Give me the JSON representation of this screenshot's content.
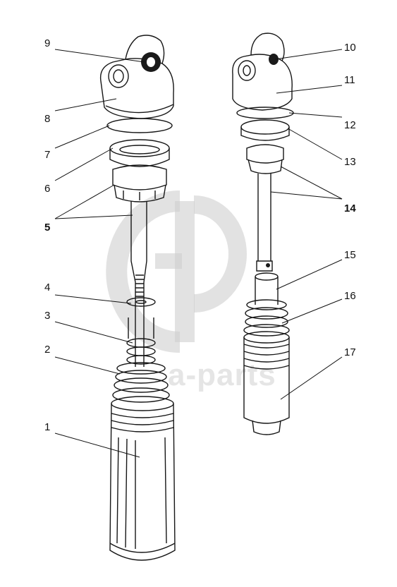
{
  "callouts": [
    {
      "id": "9",
      "text": "9"
    },
    {
      "id": "8",
      "text": "8"
    },
    {
      "id": "7",
      "text": "7"
    },
    {
      "id": "6",
      "text": "6"
    },
    {
      "id": "5",
      "text": "5"
    },
    {
      "id": "4",
      "text": "4"
    },
    {
      "id": "3",
      "text": "3"
    },
    {
      "id": "2",
      "text": "2"
    },
    {
      "id": "1",
      "text": "1"
    },
    {
      "id": "10",
      "text": "10"
    },
    {
      "id": "11",
      "text": "11"
    },
    {
      "id": "12",
      "text": "12"
    },
    {
      "id": "13",
      "text": "13"
    },
    {
      "id": "14",
      "text": "14"
    },
    {
      "id": "15",
      "text": "15"
    },
    {
      "id": "16",
      "text": "16"
    },
    {
      "id": "17",
      "text": "17"
    }
  ],
  "watermark": {
    "text": "a-parts"
  }
}
